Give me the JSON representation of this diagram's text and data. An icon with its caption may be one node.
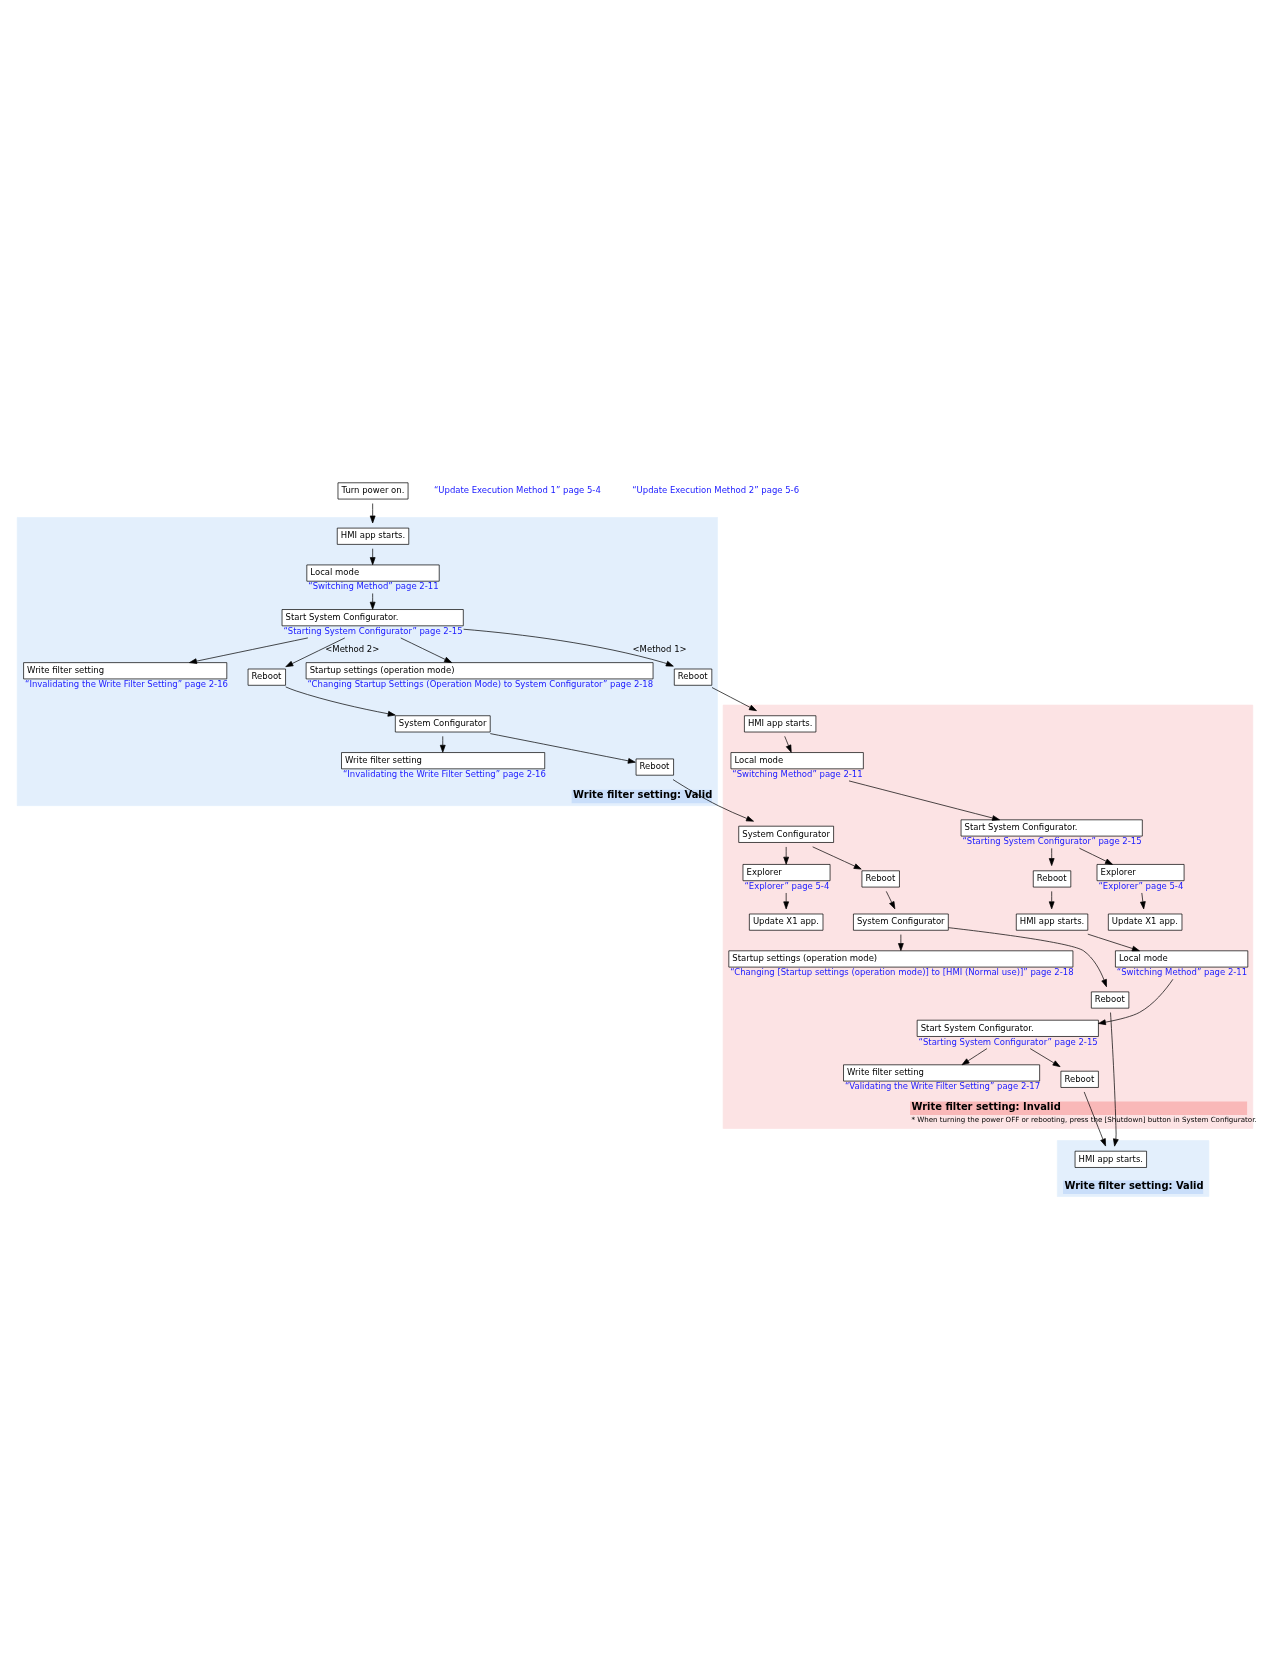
{
  "diagram": {
    "nodes": [
      {
        "text": [
          "Turn power on."
        ]
      },
      {
        "text": [
          "Write filter setting: Valid"
        ]
      },
      {
        "text": [
          "HMI app starts."
        ],
        "in": 1
      },
      {
        "text": [
          "Local mode"
        ],
        "in": 1,
        "beside": [
          "“Switching Method” page 2-11"
        ]
      },
      {
        "text": [
          "Start System Configurator."
        ],
        "in": 1,
        "beside": [
          "“Starting System Configurator” page 2-15"
        ]
      },
      {
        "text": [
          "Write filter setting"
        ],
        "in": 1,
        "beside": [
          "“Invalidating the Write Filter Setting” page 2-16"
        ]
      },
      {
        "text": [
          "Reboot"
        ],
        "in": 1
      },
      {
        "text": [
          "Startup settings (operation mode)"
        ],
        "in": 1,
        "beside": [
          "“Changing Startup Settings (Operation Mode) to System Configurator” page 2-18"
        ]
      },
      {
        "text": [
          "Reboot"
        ],
        "in": 1
      },
      {
        "text": [
          "System Configurator"
        ],
        "in": 1
      },
      {
        "text": [
          "Write filter setting"
        ],
        "in": 1,
        "beside": [
          "“Invalidating the Write Filter Setting” page 2-16"
        ]
      },
      {
        "text": [
          "Reboot"
        ],
        "in": 1
      },
      {
        "text": [
          "Write filter setting: Invalid",
          "* When turning the power OFF or rebooting, press the [Shutdown] button in System Configurator."
        ]
      },
      {
        "text": [
          "HMI app starts."
        ],
        "in": 12
      },
      {
        "text": [
          "Local mode"
        ],
        "in": 12,
        "beside": [
          "“Switching Method” page 2-11"
        ]
      },
      {
        "text": [
          "Start System Configurator."
        ],
        "in": 12,
        "beside": [
          "“Starting System Configurator” page 2-15"
        ]
      },
      {
        "text": [
          "Explorer"
        ],
        "in": 12,
        "beside": [
          "“Explorer” page 5-4"
        ]
      },
      {
        "text": [
          "Update X1 app."
        ],
        "in": 12
      },
      {
        "text": [
          "Reboot"
        ],
        "in": 12
      },
      {
        "text": [
          "HMI app starts."
        ],
        "in": 12
      },
      {
        "text": [
          "Local mode"
        ],
        "in": 12,
        "beside": [
          "“Switching Method” page 2-11"
        ]
      },
      {
        "text": [
          "Start System Configurator."
        ],
        "in": 12,
        "beside": [
          "“Starting System Configurator” page 2-15"
        ]
      },
      {
        "text": [
          "Write filter setting"
        ],
        "in": 12,
        "beside": [
          "“Validating the Write Filter Setting” page 2-17"
        ]
      },
      {
        "text": [
          "Reboot"
        ],
        "in": 12
      },
      {
        "text": [
          "System Configurator"
        ],
        "in": 12
      },
      {
        "text": [
          "Explorer"
        ],
        "in": 12,
        "beside": [
          "“Explorer” page 5-4"
        ]
      },
      {
        "text": [
          "Update X1 app."
        ],
        "in": 12
      },
      {
        "text": [
          "Reboot"
        ],
        "in": 12
      },
      {
        "text": [
          "System Configurator"
        ],
        "in": 12
      },
      {
        "text": [
          "Startup settings (operation mode)"
        ],
        "in": 12,
        "beside": [
          "“Changing [Startup settings (operation mode)] to [HMI (Normal use)]” page 2-18"
        ]
      },
      {
        "text": [
          "Reboot"
        ],
        "in": 12
      },
      {
        "text": [
          "Write filter setting: Valid"
        ]
      },
      {
        "text": [
          "HMI app starts."
        ],
        "in": 31
      }
    ],
    "edges": [
      {
        "from": 0,
        "to": 2,
        "arrow": "to"
      },
      {
        "from": 2,
        "to": 3,
        "arrow": "to"
      },
      {
        "from": 3,
        "to": 4,
        "arrow": "to"
      },
      {
        "from": 4,
        "to": 5,
        "arrow": "to"
      },
      {
        "from": 4,
        "to": 6,
        "arrow": "to",
        "label": "<Method 1>"
      },
      {
        "from": 4,
        "to": 7,
        "arrow": "to"
      },
      {
        "from": 4,
        "to": 8,
        "arrow": "to",
        "label": "<Method 2>"
      },
      {
        "from": 8,
        "to": 9,
        "arrow": "to"
      },
      {
        "from": 9,
        "to": 10,
        "arrow": "to"
      },
      {
        "from": 9,
        "to": 11,
        "arrow": "to"
      },
      {
        "from": 6,
        "to": 13,
        "arrow": "to"
      },
      {
        "from": 13,
        "to": 14,
        "arrow": "to"
      },
      {
        "from": 14,
        "to": 15,
        "arrow": "to"
      },
      {
        "from": 15,
        "to": 16,
        "arrow": "to"
      },
      {
        "from": 16,
        "to": 17,
        "arrow": "to"
      },
      {
        "from": 15,
        "to": 18,
        "arrow": "to"
      },
      {
        "from": 18,
        "to": 19,
        "arrow": "to"
      },
      {
        "from": 19,
        "to": 20,
        "arrow": "to"
      },
      {
        "from": 20,
        "to": 21,
        "arrow": "to"
      },
      {
        "from": 21,
        "to": 22,
        "arrow": "to"
      },
      {
        "from": 21,
        "to": 23,
        "arrow": "to"
      },
      {
        "from": 11,
        "to": 24,
        "arrow": "to"
      },
      {
        "from": 24,
        "to": 25,
        "arrow": "to"
      },
      {
        "from": 25,
        "to": 26,
        "arrow": "to"
      },
      {
        "from": 24,
        "to": 27,
        "arrow": "to"
      },
      {
        "from": 27,
        "to": 28,
        "arrow": "to"
      },
      {
        "from": 28,
        "to": 29,
        "arrow": "to"
      },
      {
        "from": 28,
        "to": 30,
        "arrow": "to"
      },
      {
        "from": 23,
        "to": 32,
        "arrow": "to"
      },
      {
        "from": 30,
        "to": 32,
        "arrow": "to"
      }
    ],
    "labels": [
      "“Update Execution Method 1” page 5-4",
      "“Update Execution Method 2” page 5-6"
    ]
  }
}
